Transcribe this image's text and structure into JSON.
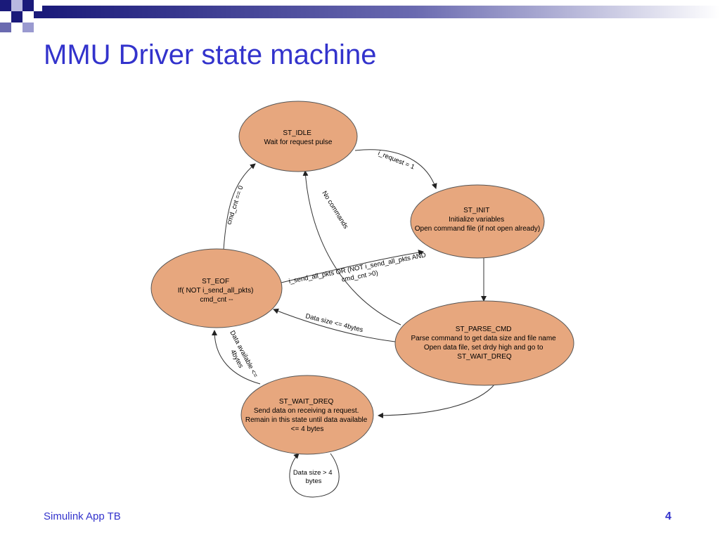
{
  "slide": {
    "title": "MMU Driver state machine",
    "footer": "Simulink App TB",
    "page_number": "4"
  },
  "colors": {
    "title": "#3333cc",
    "state_fill": "#e7a77e",
    "state_stroke": "#555555",
    "header_dark": "#1a1a7a",
    "header_light": "#ffffff"
  },
  "states": {
    "idle": [
      "ST_IDLE",
      "Wait for request pulse"
    ],
    "init": [
      "ST_INIT",
      "Initialize variables",
      "Open command file (if not open already)"
    ],
    "eof": [
      "ST_EOF",
      "If( NOT i_send_all_pkts)",
      "cmd_cnt --"
    ],
    "parse": [
      "ST_PARSE_CMD",
      "Parse command to get data size and file name",
      "Open data file, set drdy high and go to",
      "ST_WAIT_DREQ"
    ],
    "wait": [
      "ST_WAIT_DREQ",
      "Send data on receiving a request.",
      "Remain in this state until data available",
      "<= 4 bytes"
    ]
  },
  "transitions": {
    "request": "i_request = 1",
    "no_commands": "No commands",
    "cmd_cnt_zero": "cmd_cnt == 0",
    "send_all": [
      "i_send_all_pkts OR (NOT i_send_all_pkts AND",
      "cmd_cnt >0)"
    ],
    "data_small": "Data size <= 4bytes",
    "data_available": [
      "Data available <=",
      "4bytes"
    ],
    "self_loop": [
      "Data size > 4",
      "bytes"
    ]
  }
}
